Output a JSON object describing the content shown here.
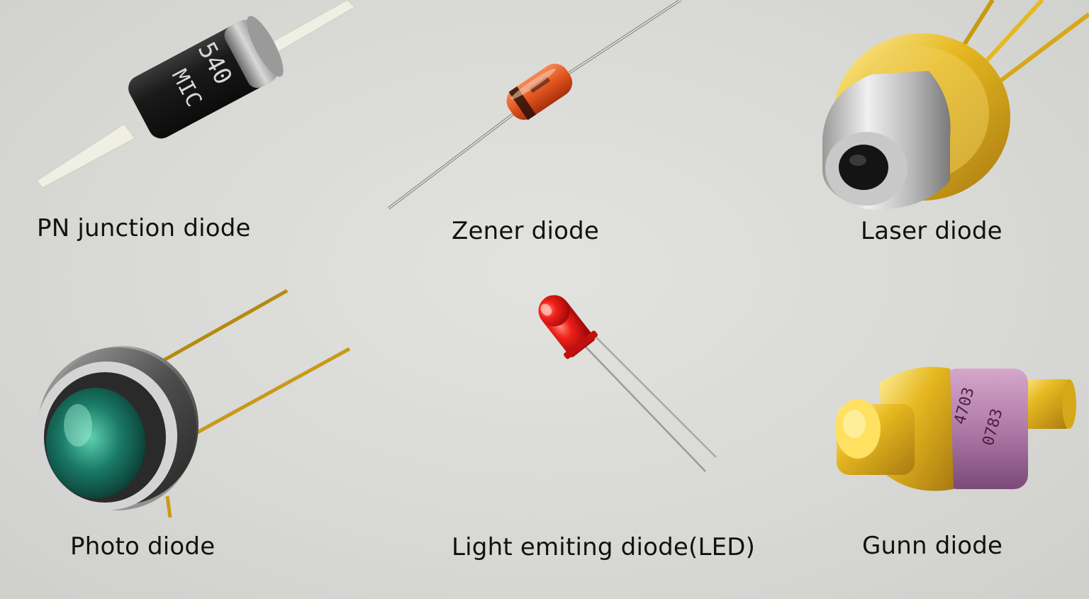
{
  "diodes": [
    {
      "label": "PN junction diode",
      "icon": "pn-junction-diode-photo",
      "marking": "540 MIC"
    },
    {
      "label": "Zener diode",
      "icon": "zener-diode-photo"
    },
    {
      "label": "Laser diode",
      "icon": "laser-diode-photo"
    },
    {
      "label": "Photo diode",
      "icon": "photo-diode-photo"
    },
    {
      "label": "Light emiting diode(LED)",
      "icon": "led-photo"
    },
    {
      "label": "Gunn diode",
      "icon": "gunn-diode-photo",
      "marking": "4703 0783"
    }
  ],
  "colors": {
    "background": "#d9d9d6",
    "zener_body": "#e0541e",
    "led_red": "#e01010",
    "gold": "#e6b820",
    "gunn_band": "#b07aa8"
  }
}
